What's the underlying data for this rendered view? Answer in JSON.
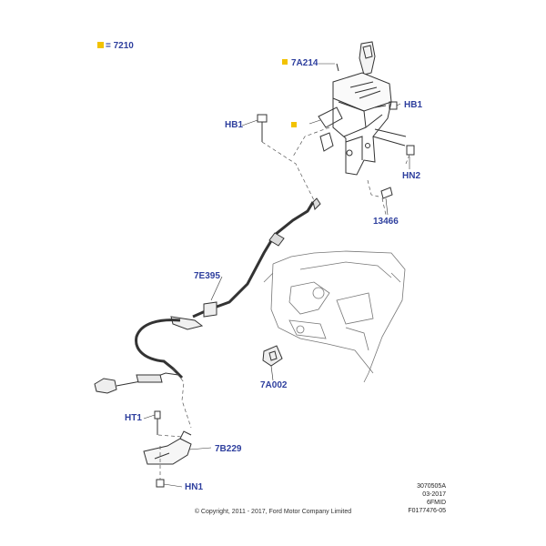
{
  "legend": {
    "code": "7210",
    "color": "#f2c200"
  },
  "callouts": [
    {
      "id": "7a214",
      "text": "7A214",
      "marked": true
    },
    {
      "id": "hb1-left",
      "text": "HB1",
      "marked": false
    },
    {
      "id": "hb1-right",
      "text": "HB1",
      "marked": false
    },
    {
      "id": "hn2",
      "text": "HN2",
      "marked": false
    },
    {
      "id": "13466",
      "text": "13466",
      "marked": false
    },
    {
      "id": "7e395",
      "text": "7E395",
      "marked": false
    },
    {
      "id": "7a002",
      "text": "7A002",
      "marked": false
    },
    {
      "id": "ht1",
      "text": "HT1",
      "marked": false
    },
    {
      "id": "7b229",
      "text": "7B229",
      "marked": false
    },
    {
      "id": "hn1",
      "text": "HN1",
      "marked": false
    }
  ],
  "meta": {
    "ref": "3070505A",
    "date": "03-2017",
    "model": "6FMID",
    "drawing": "F0177476-05"
  },
  "copyright": "© Copyright, 2011 - 2017, Ford Motor Company Limited",
  "colors": {
    "label": "#2e3f9e",
    "line": "#333333",
    "marker": "#f2c200"
  }
}
